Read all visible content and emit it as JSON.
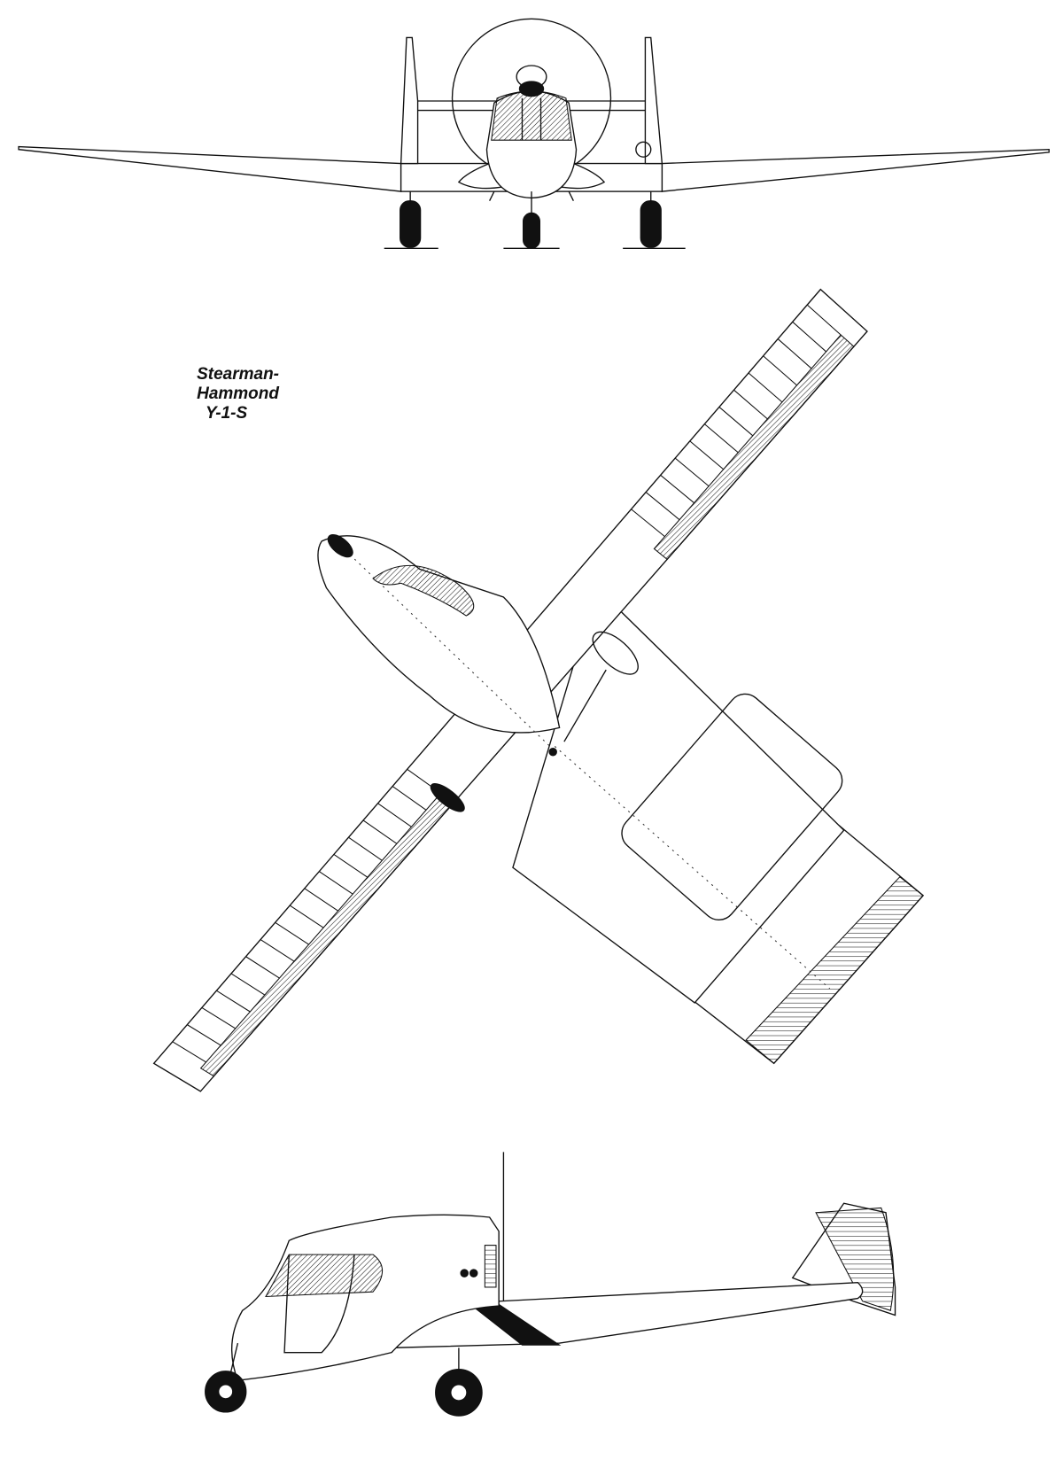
{
  "title": {
    "line1": "Stearman-",
    "line2": "Hammond",
    "line3": "Y-1-S"
  },
  "colors": {
    "ink": "#111111",
    "paper": "#ffffff"
  }
}
